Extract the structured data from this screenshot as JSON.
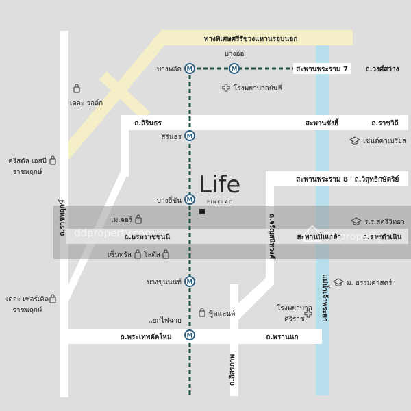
{
  "map": {
    "project": {
      "logo": "Life",
      "sub": "PINKLAO"
    },
    "roads": {
      "outer_ring": "ทางพิเศษศรีรัชวงแหวนรอบนอก",
      "sirindhorn": "ถ.สิรินธร",
      "rama7_bridge": "สะพานพระราม 7",
      "wongsawang": "ถ.วงศ์สว่าง",
      "krungthon_bridge": "สะพานซังฮี้",
      "rachawithi": "ถ.ราชวิถี",
      "rama8_bridge": "สะพานพระราม 8",
      "wisutkasat": "ถ.วิสุทธิกษัตริย์",
      "boromarajonani": "ถ.บรมราชชนนี",
      "pinklao_bridge": "สะพานปิ่นเกล้า",
      "ratchadamnoen": "ถ.ราชดำเนิน",
      "ratchaphruek": "ถ.ราชพฤกษ์",
      "charansanitwong": "ถ.จรัญสนิทวงศ์",
      "phetkasem_tatmai": "ถ.พระเทพตัดใหม่",
      "phrannok": "ถ.พรานนก",
      "itsaraphap": "ถ.อิสรภาพ",
      "river": "แม่น้ำเจ้าพระยา"
    },
    "stations": {
      "bang_o": "บางอ้อ",
      "bang_phlat": "บางพลัด",
      "sirindhorn": "สิรินธร",
      "bang_yi_khan": "บางยี่ขัน",
      "bang_khun_non": "บางขุนนนท์",
      "yaek_fai_chai": "แยกไฟฉาย"
    },
    "places": {
      "yanhee": "โรงพยาบาลยันฮี",
      "the_walk": "เดอะ วอล์ก",
      "crystal_1": "คริสตัล เอสบี",
      "crystal_2": "ราชพฤกษ์",
      "st_gabriel": "เซนต์คาเบรียล",
      "major": "เมเจอร์",
      "satri_wittaya": "ร.ร.สตรีวิทยา",
      "central": "เซ็นทรัล",
      "lotus": "โลตัส",
      "thammasat": "ม. ธรรมศาสตร์",
      "siriraj_1": "โรงพยาบาล",
      "siriraj_2": "ศิริราช",
      "foodland": "ฟู้ดแลนด์",
      "circle_1": "เดอะ เซอร์เคิล",
      "circle_2": "ราชพฤกษ์"
    },
    "watermark": {
      "left": "ddproperty.com",
      "brand": "DDproperty"
    },
    "colors": {
      "background": "#dededf",
      "road": "#ffffff",
      "expressway": "#f4efc7",
      "river": "#b8e0ec",
      "mrt_line": "#1e4f42",
      "station": "#2b5f80",
      "label_bg": "#ffffff"
    },
    "icons": [
      "mrt-station-icon",
      "hospital-icon",
      "shopping-bag-icon",
      "school-icon"
    ]
  }
}
